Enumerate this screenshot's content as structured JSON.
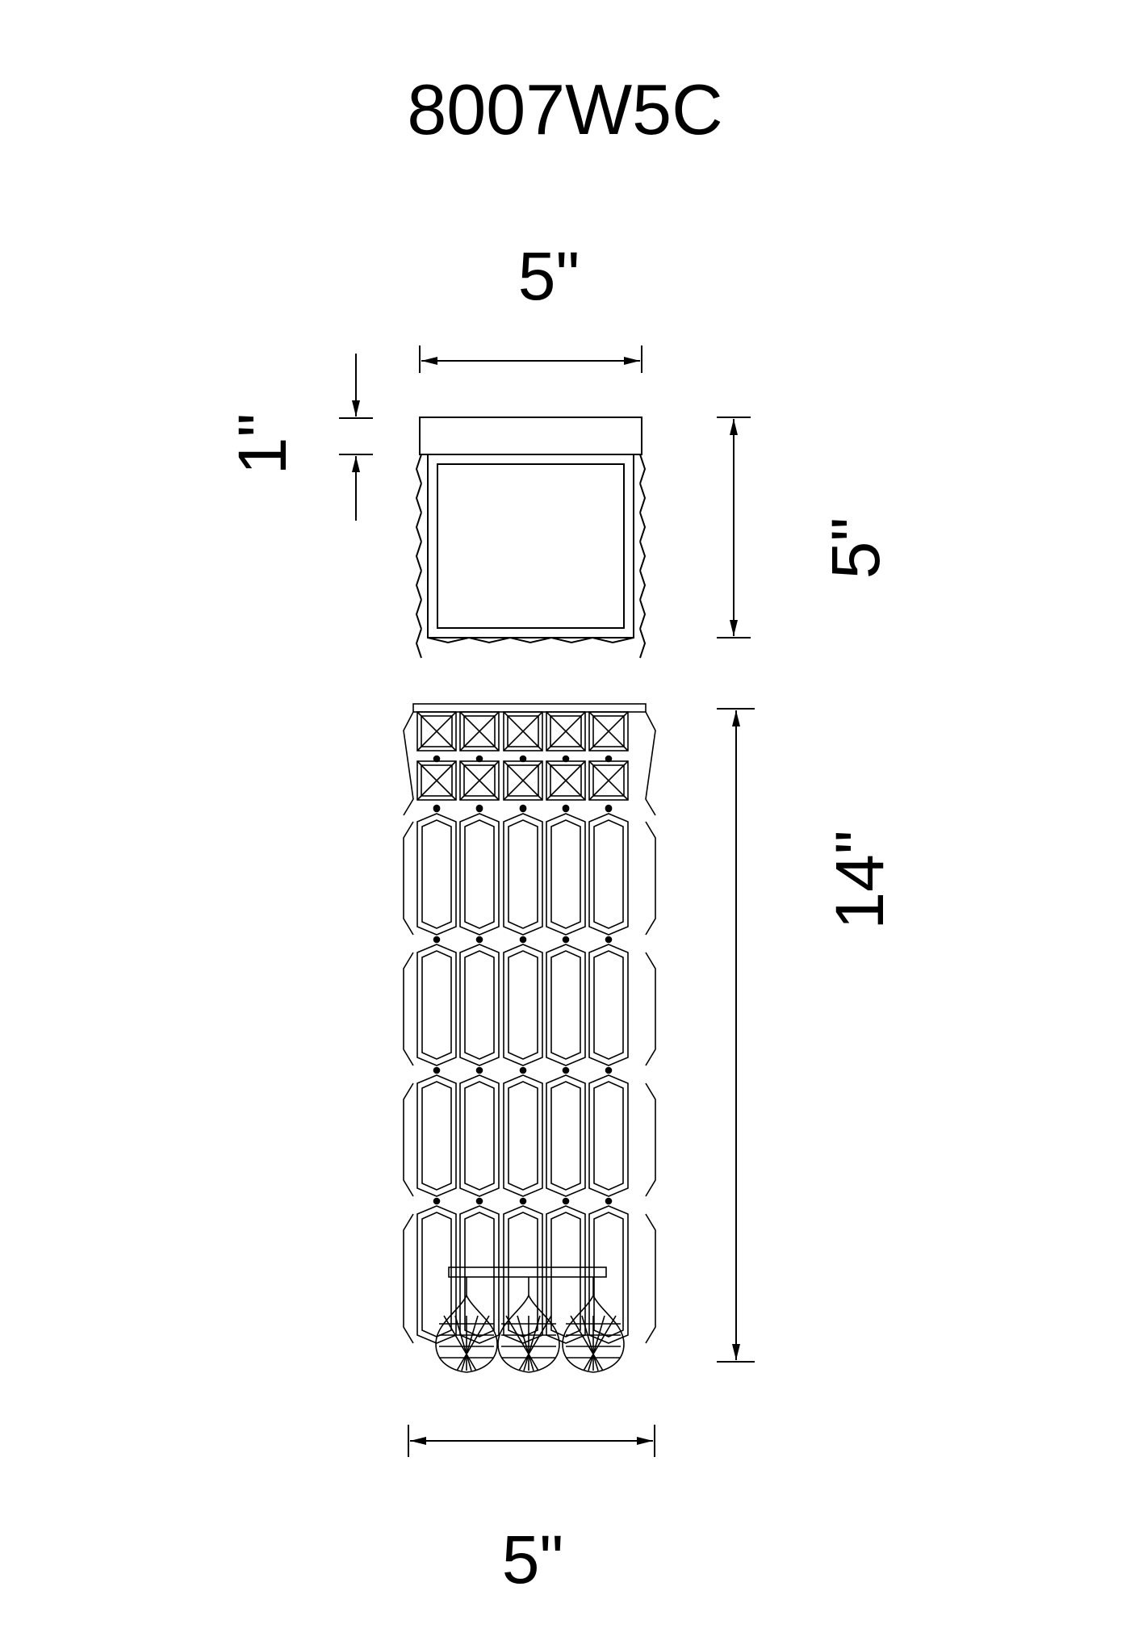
{
  "title": "8007W5C",
  "dimensions": {
    "top_width": "5\"",
    "canopy_height": "1\"",
    "depth": "5\"",
    "overall_height": "14\"",
    "bottom_width": "5\""
  },
  "colors": {
    "line": "#000000",
    "background": "#ffffff"
  }
}
